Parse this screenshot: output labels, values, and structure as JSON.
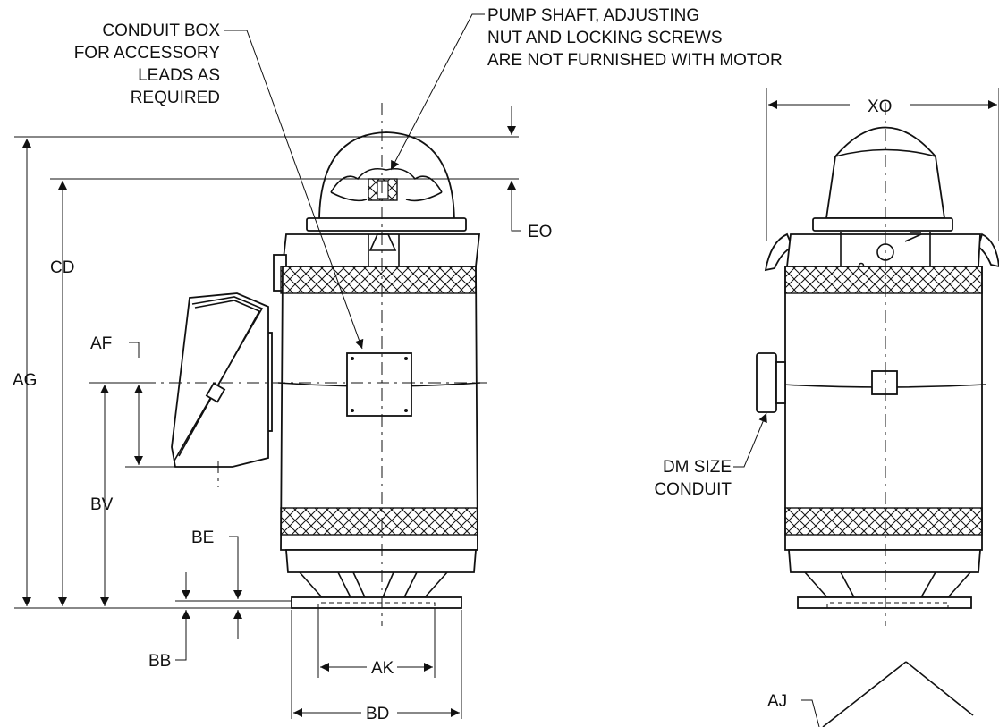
{
  "callouts": {
    "conduit_box": [
      "CONDUIT BOX",
      "FOR ACCESSORY",
      "LEADS AS",
      "REQUIRED"
    ],
    "pump_shaft": [
      "PUMP SHAFT, ADJUSTING",
      "NUT AND LOCKING SCREWS",
      "ARE NOT FURNISHED WITH MOTOR"
    ],
    "dm_size": [
      "DM SIZE",
      "CONDUIT"
    ]
  },
  "dimensions": {
    "xo": "XO",
    "eo": "EO",
    "cd": "CD",
    "ag": "AG",
    "af": "AF",
    "bv": "BV",
    "be": "BE",
    "bb": "BB",
    "ak": "AK",
    "bd": "BD",
    "aj": "AJ"
  }
}
